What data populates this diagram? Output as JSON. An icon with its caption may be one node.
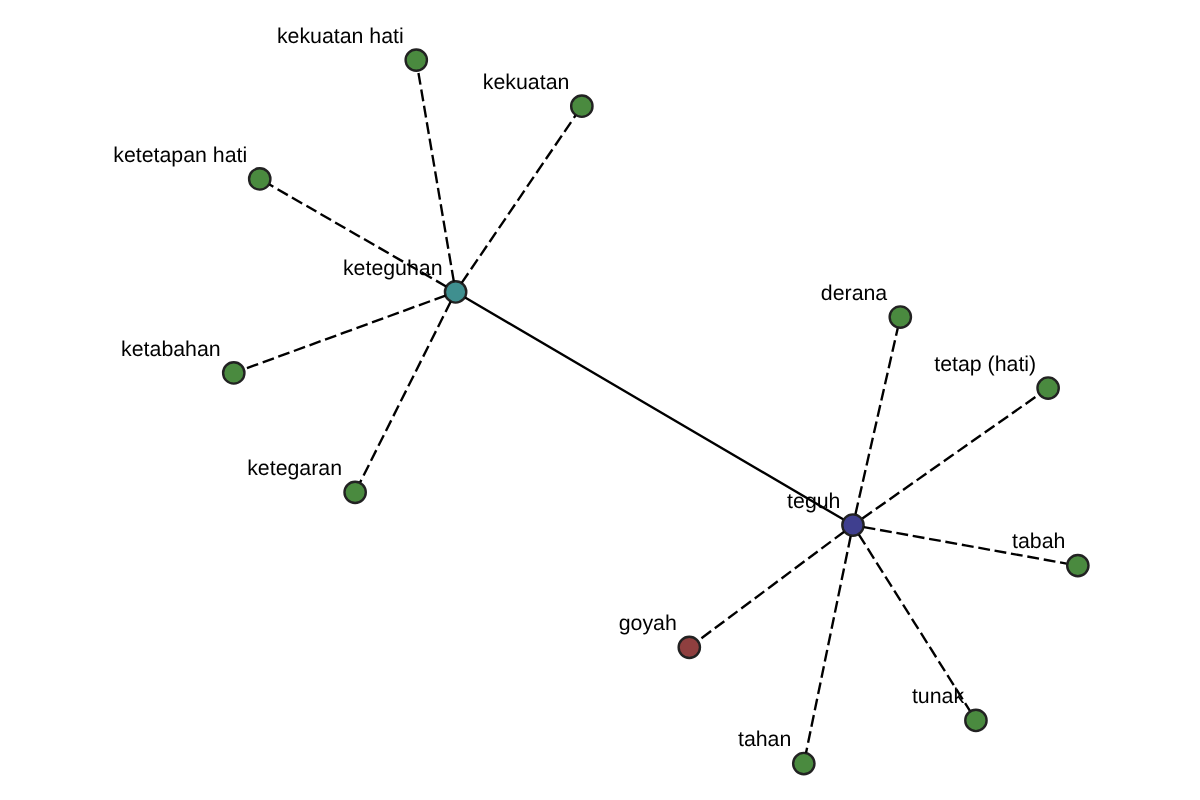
{
  "diagram": {
    "nodes": [
      {
        "text": [
          "ketetapan hati"
        ]
      },
      {
        "text": [
          "kekuatan"
        ]
      },
      {
        "text": [
          "ketegaran"
        ]
      },
      {
        "text": [
          "keteguhan"
        ]
      },
      {
        "text": [
          "kekuatan hati"
        ]
      },
      {
        "text": [
          "derana"
        ]
      },
      {
        "text": [
          "ketabahan"
        ]
      },
      {
        "text": [
          "tabah"
        ]
      },
      {
        "text": [
          "teguh"
        ]
      },
      {
        "text": [
          "tunak"
        ]
      },
      {
        "text": [
          "tahan"
        ]
      },
      {
        "text": [
          "goyah"
        ]
      },
      {
        "text": [
          "tetap (hati)"
        ]
      }
    ],
    "edges": [
      {
        "from": 3,
        "to": 0,
        "arrow": "none",
        "style": "dashed"
      },
      {
        "from": 3,
        "to": 1,
        "arrow": "none",
        "style": "dashed"
      },
      {
        "from": 3,
        "to": 2,
        "arrow": "none",
        "style": "dashed"
      },
      {
        "from": 3,
        "to": 4,
        "arrow": "none",
        "style": "dashed"
      },
      {
        "from": 3,
        "to": 6,
        "arrow": "none",
        "style": "dashed"
      },
      {
        "from": 8,
        "to": 3,
        "arrow": "none"
      },
      {
        "from": 8,
        "to": 5,
        "arrow": "none",
        "style": "dashed"
      },
      {
        "from": 8,
        "to": 7,
        "arrow": "none",
        "style": "dashed"
      },
      {
        "from": 8,
        "to": 9,
        "arrow": "none",
        "style": "dashed"
      },
      {
        "from": 8,
        "to": 10,
        "arrow": "none",
        "style": "dashed"
      },
      {
        "from": 8,
        "to": 11,
        "arrow": "none",
        "style": "dashed"
      },
      {
        "from": 8,
        "to": 12,
        "arrow": "none",
        "style": "dashed"
      }
    ]
  }
}
